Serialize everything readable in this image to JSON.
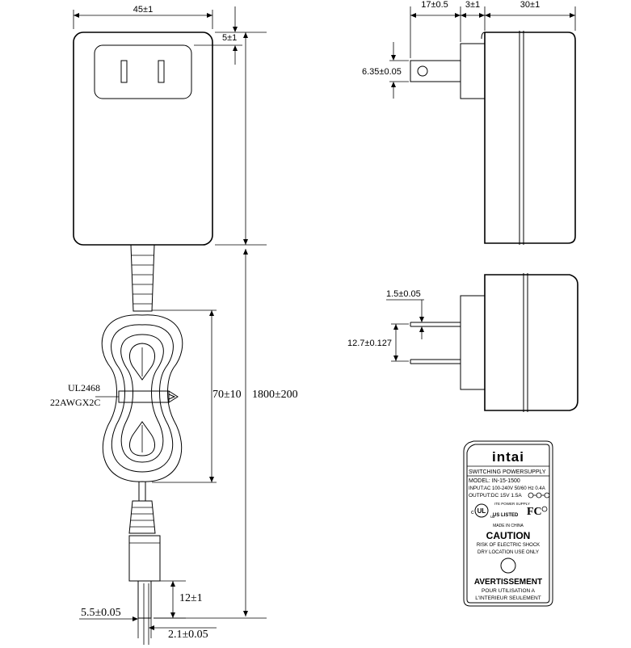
{
  "dimensions": {
    "width_top": "45±1",
    "inset_top": "5±1",
    "side_plug_len": "17±0.5",
    "side_base": "3±1",
    "side_body": "30±1",
    "pin_dia": "6.35±0.05",
    "blade_thk": "1.5±0.05",
    "blade_space": "12.7±0.127",
    "coil_len": "70±10",
    "cord_len": "1800±200",
    "barrel_len": "12±1",
    "barrel_od": "5.5±0.05",
    "barrel_id": "2.1±0.05"
  },
  "cable": {
    "spec_line1": "UL2468",
    "spec_line2": "22AWGX2C"
  },
  "label": {
    "brand": "intai",
    "line_switching": "SWITCHING POWERSUPPLY",
    "line_model": "MODEL: IN-15-1500",
    "line_input": "INPUT:AC 100-240V 50/60 Hz 0.4A",
    "line_output": "OUTPUT:DC 15V 1.5A",
    "ul_text": "ITE POWER SUPPLY",
    "ul_listed": "US LISTED",
    "made_in": "MADE IN CHINA",
    "caution": "CAUTION",
    "caution_line1": "RISK OF ELECTRIC SHOCK",
    "caution_line2": "DRY LOCATION USE ONLY",
    "avertissement": "AVERTISSEMENT",
    "avert_line1": "POUR UTILISATION A",
    "avert_line2": "L'INTERIEUR SEULEMENT"
  }
}
